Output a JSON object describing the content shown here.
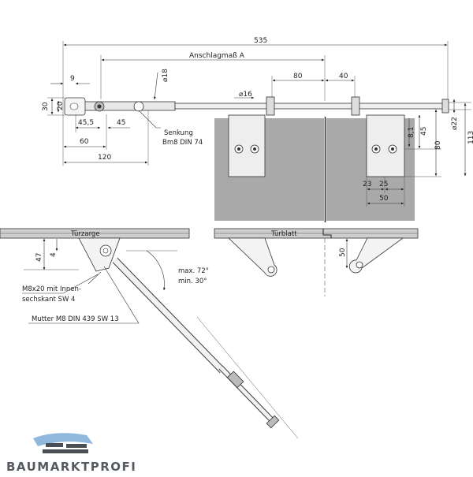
{
  "dimensions": {
    "overall_length": "535",
    "stop_dimension": "Anschlagmaß A",
    "offset_9": "9",
    "height_30": "30",
    "height_20": "20",
    "offset_45_5": "45,5",
    "offset_45": "45",
    "offset_60": "60",
    "offset_120": "120",
    "dia_18": "⌀18",
    "dia_16": "⌀16",
    "spacing_80": "80",
    "spacing_40": "40",
    "dia_22": "⌀22",
    "height_113": "113",
    "height_80": "80",
    "height_45": "45",
    "height_8_1": "8,1",
    "width_23": "23",
    "width_25": "25",
    "width_50": "50",
    "height_47": "47",
    "height_4": "4",
    "height_50": "50"
  },
  "labels": {
    "countersink_line1": "Senkung",
    "countersink_line2": "Bm8 DIN 74",
    "door_frame": "Türzarge",
    "door_leaf": "Türblatt",
    "angle_max": "max. 72°",
    "angle_min": "min. 30°",
    "screw_line1": "M8x20 mit Innen-",
    "screw_line2": "sechskant SW 4",
    "nut": "Mutter M8 DIN 439 SW 13"
  },
  "logo": {
    "text": "BAUMARKTPROFI",
    "color_dark": "#4a4f55",
    "color_light": "#8fb8dc"
  },
  "colors": {
    "door_fill": "#a9a9a9",
    "frame_bar": "#555555",
    "line": "#333333"
  }
}
